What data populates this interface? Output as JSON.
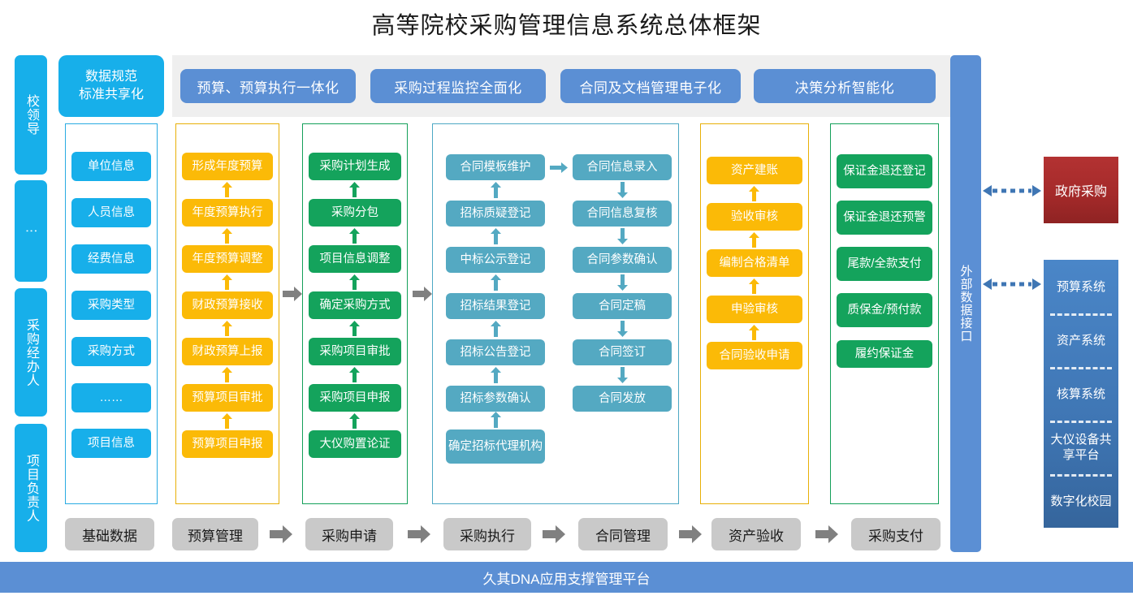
{
  "title": "高等院校采购管理信息系统总体框架",
  "roles": [
    {
      "label": "校领导"
    },
    {
      "label": "⋮"
    },
    {
      "label": "采购经办人"
    },
    {
      "label": "项目负责人"
    }
  ],
  "data_standard": {
    "label": "数据规范\n标准共享化",
    "line1": "数据规范",
    "line2": "标准共享化",
    "color": "#17AFEA"
  },
  "goals": [
    {
      "label": "预算、预算执行一体化"
    },
    {
      "label": "采购过程监控全面化"
    },
    {
      "label": "合同及文档管理电子化"
    },
    {
      "label": "决策分析智能化"
    }
  ],
  "goal_color": "#5B8FD4",
  "columns": [
    {
      "key": "basic-data",
      "stage": "基础数据",
      "accent": "#29ABE2",
      "node_color": "#17AFEA",
      "flow": "none",
      "nodes": [
        "单位信息",
        "人员信息",
        "经费信息",
        "采购类型",
        "采购方式",
        "……",
        "项目信息"
      ]
    },
    {
      "key": "budget-management",
      "stage": "预算管理",
      "accent": "#E8B007",
      "node_color": "#FBBA07",
      "flow": "up",
      "nodes": [
        "形成年度预算",
        "年度预算执行",
        "年度预算调整",
        "财政预算接收",
        "财政预算上报",
        "预算项目审批",
        "预算项目申报"
      ]
    },
    {
      "key": "procurement-application",
      "stage": "采购申请",
      "accent": "#14A05A",
      "node_color": "#14A35C",
      "flow": "up",
      "nodes": [
        "采购计划生成",
        "采购分包",
        "项目信息调整",
        "确定采购方式",
        "采购项目审批",
        "采购项目申报",
        "大仪购置论证"
      ]
    },
    {
      "key": "procurement-execution",
      "stage": "采购执行",
      "accent": "#4DA8C4",
      "node_color": "#54A9C2",
      "flow": "up",
      "nodes": [
        "合同模板维护",
        "招标质疑登记",
        "中标公示登记",
        "招标结果登记",
        "招标公告登记",
        "招标参数确认",
        "确定招标代理机构"
      ]
    },
    {
      "key": "contract-management",
      "stage": "合同管理",
      "accent": "#4DA8C4",
      "node_color": "#54A9C2",
      "flow": "down",
      "nodes": [
        "合同信息录入",
        "合同信息复核",
        "合同参数确认",
        "合同定稿",
        "合同签订",
        "合同发放"
      ]
    },
    {
      "key": "asset-acceptance",
      "stage": "资产验收",
      "accent": "#E8B007",
      "node_color": "#FBBA07",
      "flow": "up",
      "nodes": [
        "资产建账",
        "验收审核",
        "编制合格清单",
        "申验审核",
        "合同验收申请"
      ]
    },
    {
      "key": "procurement-payment",
      "stage": "采购支付",
      "accent": "#14A05A",
      "node_color": "#14A35C",
      "flow": "none",
      "nodes": [
        "保证金退还登记",
        "保证金退还预警",
        "尾款/全款支付",
        "质保金/预付款",
        "履约保证金"
      ]
    }
  ],
  "external": {
    "interface_label": "外部数据接口",
    "government": {
      "label": "政府采购",
      "color": "#A52A2A"
    },
    "systems": [
      {
        "label": "预算系统"
      },
      {
        "label": "资产系统"
      },
      {
        "label": "核算系统"
      },
      {
        "label": "大仪设备共享平台"
      },
      {
        "label": "数字化校园"
      }
    ],
    "systems_color": "#3F76B4"
  },
  "platform": {
    "label": "久其DNA应用支撑管理平台",
    "color": "#5B8FD4"
  }
}
